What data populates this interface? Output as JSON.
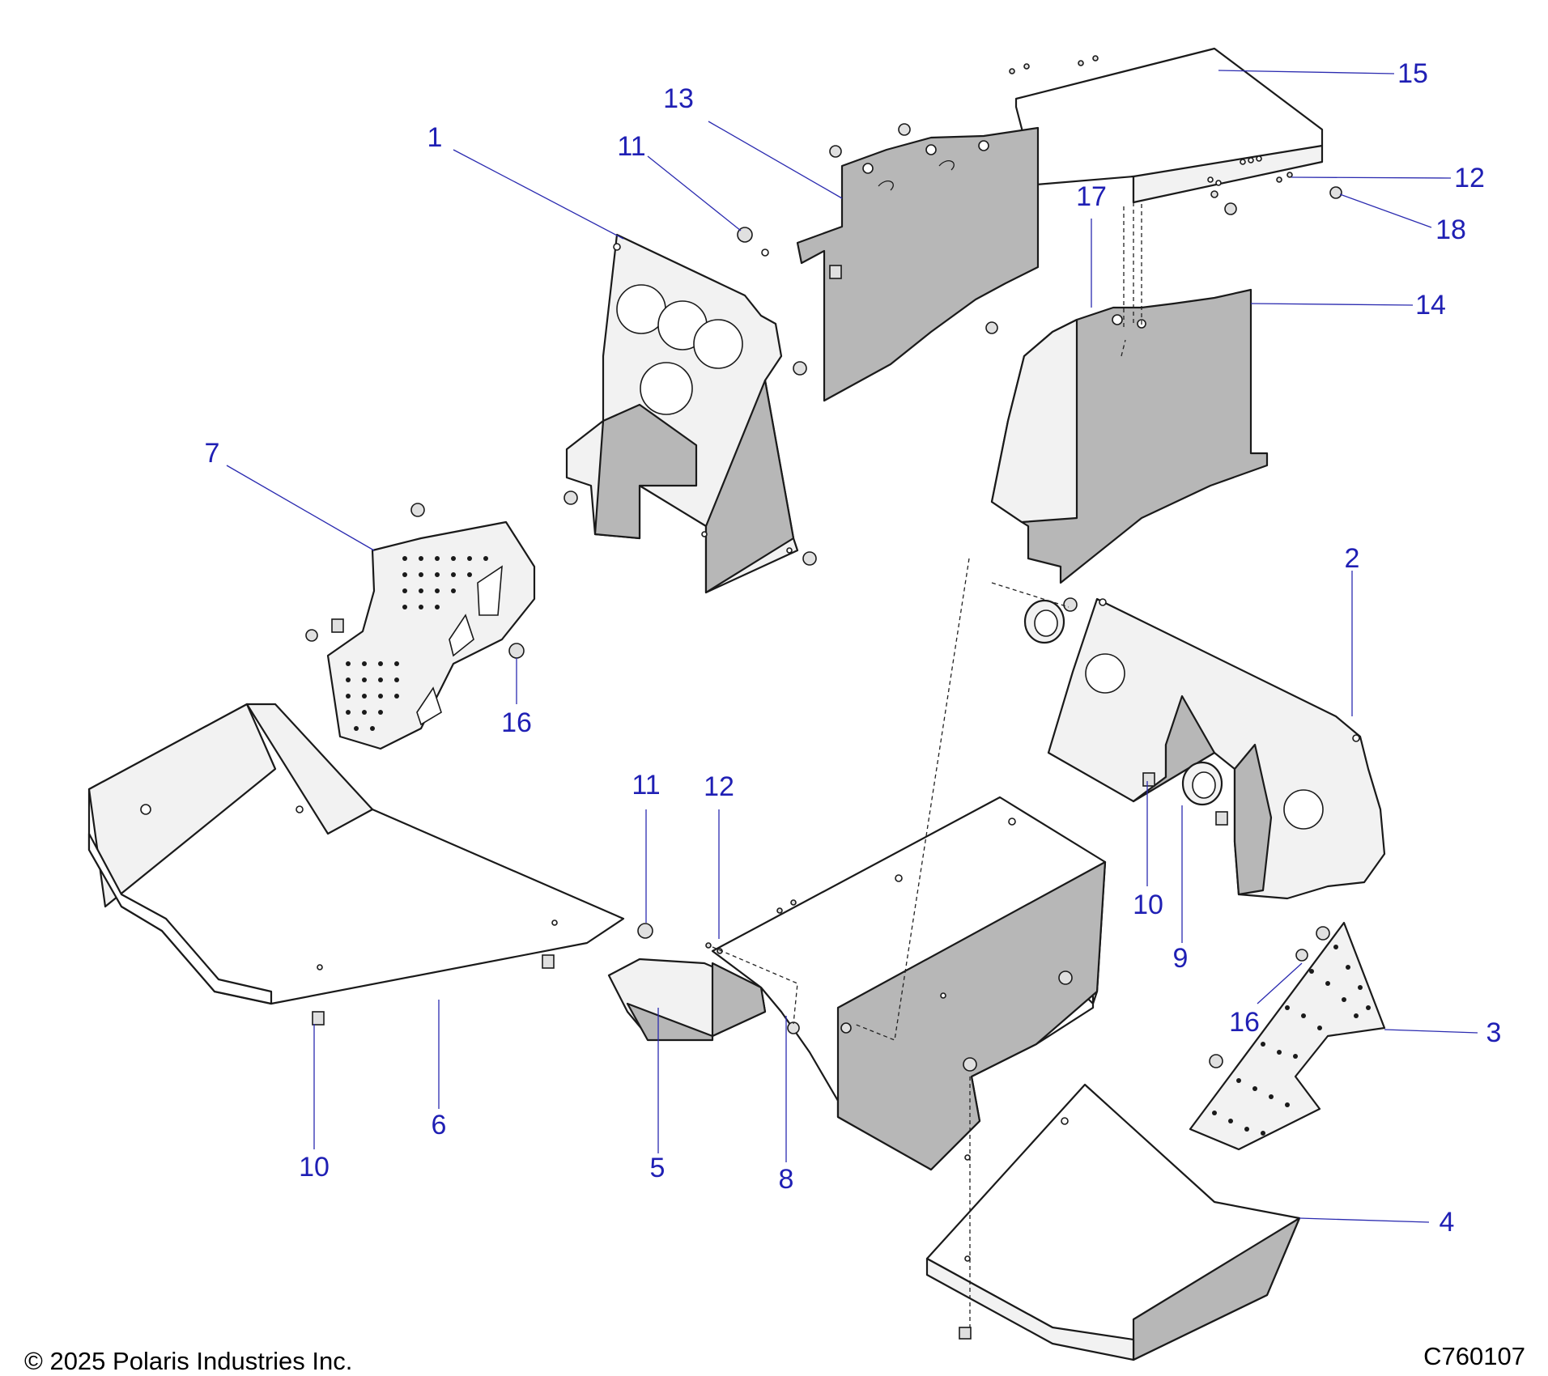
{
  "callouts": [
    {
      "id": "c1",
      "label": "1"
    },
    {
      "id": "c2",
      "label": "2"
    },
    {
      "id": "c3",
      "label": "3"
    },
    {
      "id": "c4",
      "label": "4"
    },
    {
      "id": "c5",
      "label": "5"
    },
    {
      "id": "c6",
      "label": "6"
    },
    {
      "id": "c7",
      "label": "7"
    },
    {
      "id": "c8",
      "label": "8"
    },
    {
      "id": "c9",
      "label": "9"
    },
    {
      "id": "c10a",
      "label": "10"
    },
    {
      "id": "c10b",
      "label": "10"
    },
    {
      "id": "c11a",
      "label": "11"
    },
    {
      "id": "c11b",
      "label": "11"
    },
    {
      "id": "c12a",
      "label": "12"
    },
    {
      "id": "c12b",
      "label": "12"
    },
    {
      "id": "c13",
      "label": "13"
    },
    {
      "id": "c14",
      "label": "14"
    },
    {
      "id": "c15",
      "label": "15"
    },
    {
      "id": "c16a",
      "label": "16"
    },
    {
      "id": "c16b",
      "label": "16"
    },
    {
      "id": "c17",
      "label": "17"
    },
    {
      "id": "c18",
      "label": "18"
    }
  ],
  "footer": {
    "copyright": "© 2025 Polaris Industries Inc.",
    "diagram_code": "C760107"
  },
  "colors": {
    "callout": "#1f1fb4",
    "leader": "#2b2bb0",
    "panel_gray": "#b7b7b7",
    "outline": "#1a1a1a"
  }
}
